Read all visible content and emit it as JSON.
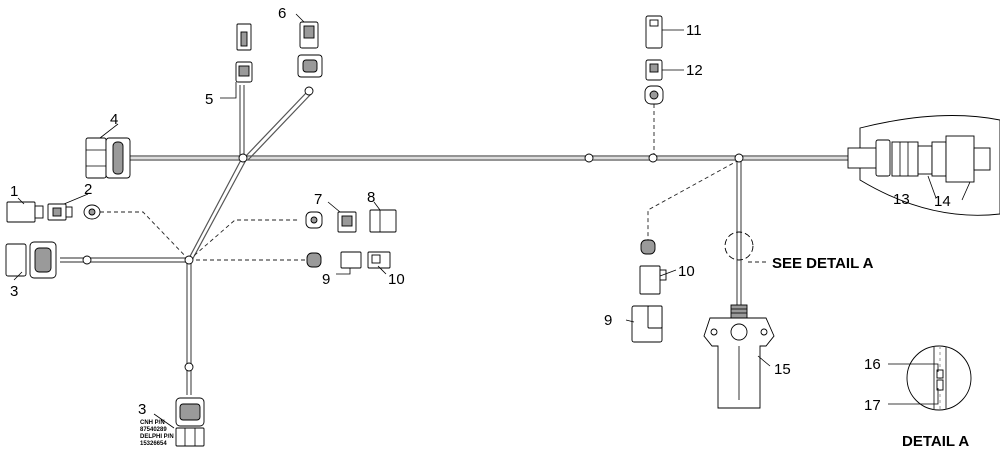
{
  "callouts": {
    "c1": "1",
    "c2": "2",
    "c3a": "3",
    "c3b": "3",
    "c4": "4",
    "c5": "5",
    "c6": "6",
    "c7": "7",
    "c8": "8",
    "c9a": "9",
    "c9b": "9",
    "c10a": "10",
    "c10b": "10",
    "c11": "11",
    "c12": "12",
    "c13": "13",
    "c14": "14",
    "c15": "15",
    "c16": "16",
    "c17": "17"
  },
  "labels": {
    "see_detail": "SEE DETAIL A",
    "detail_title": "DETAIL A",
    "cnh_pn_label": "CNH P/N",
    "cnh_pn": "87540289",
    "delphi_pn_label": "DELPHI P/N",
    "delphi_pn": "15326654"
  }
}
